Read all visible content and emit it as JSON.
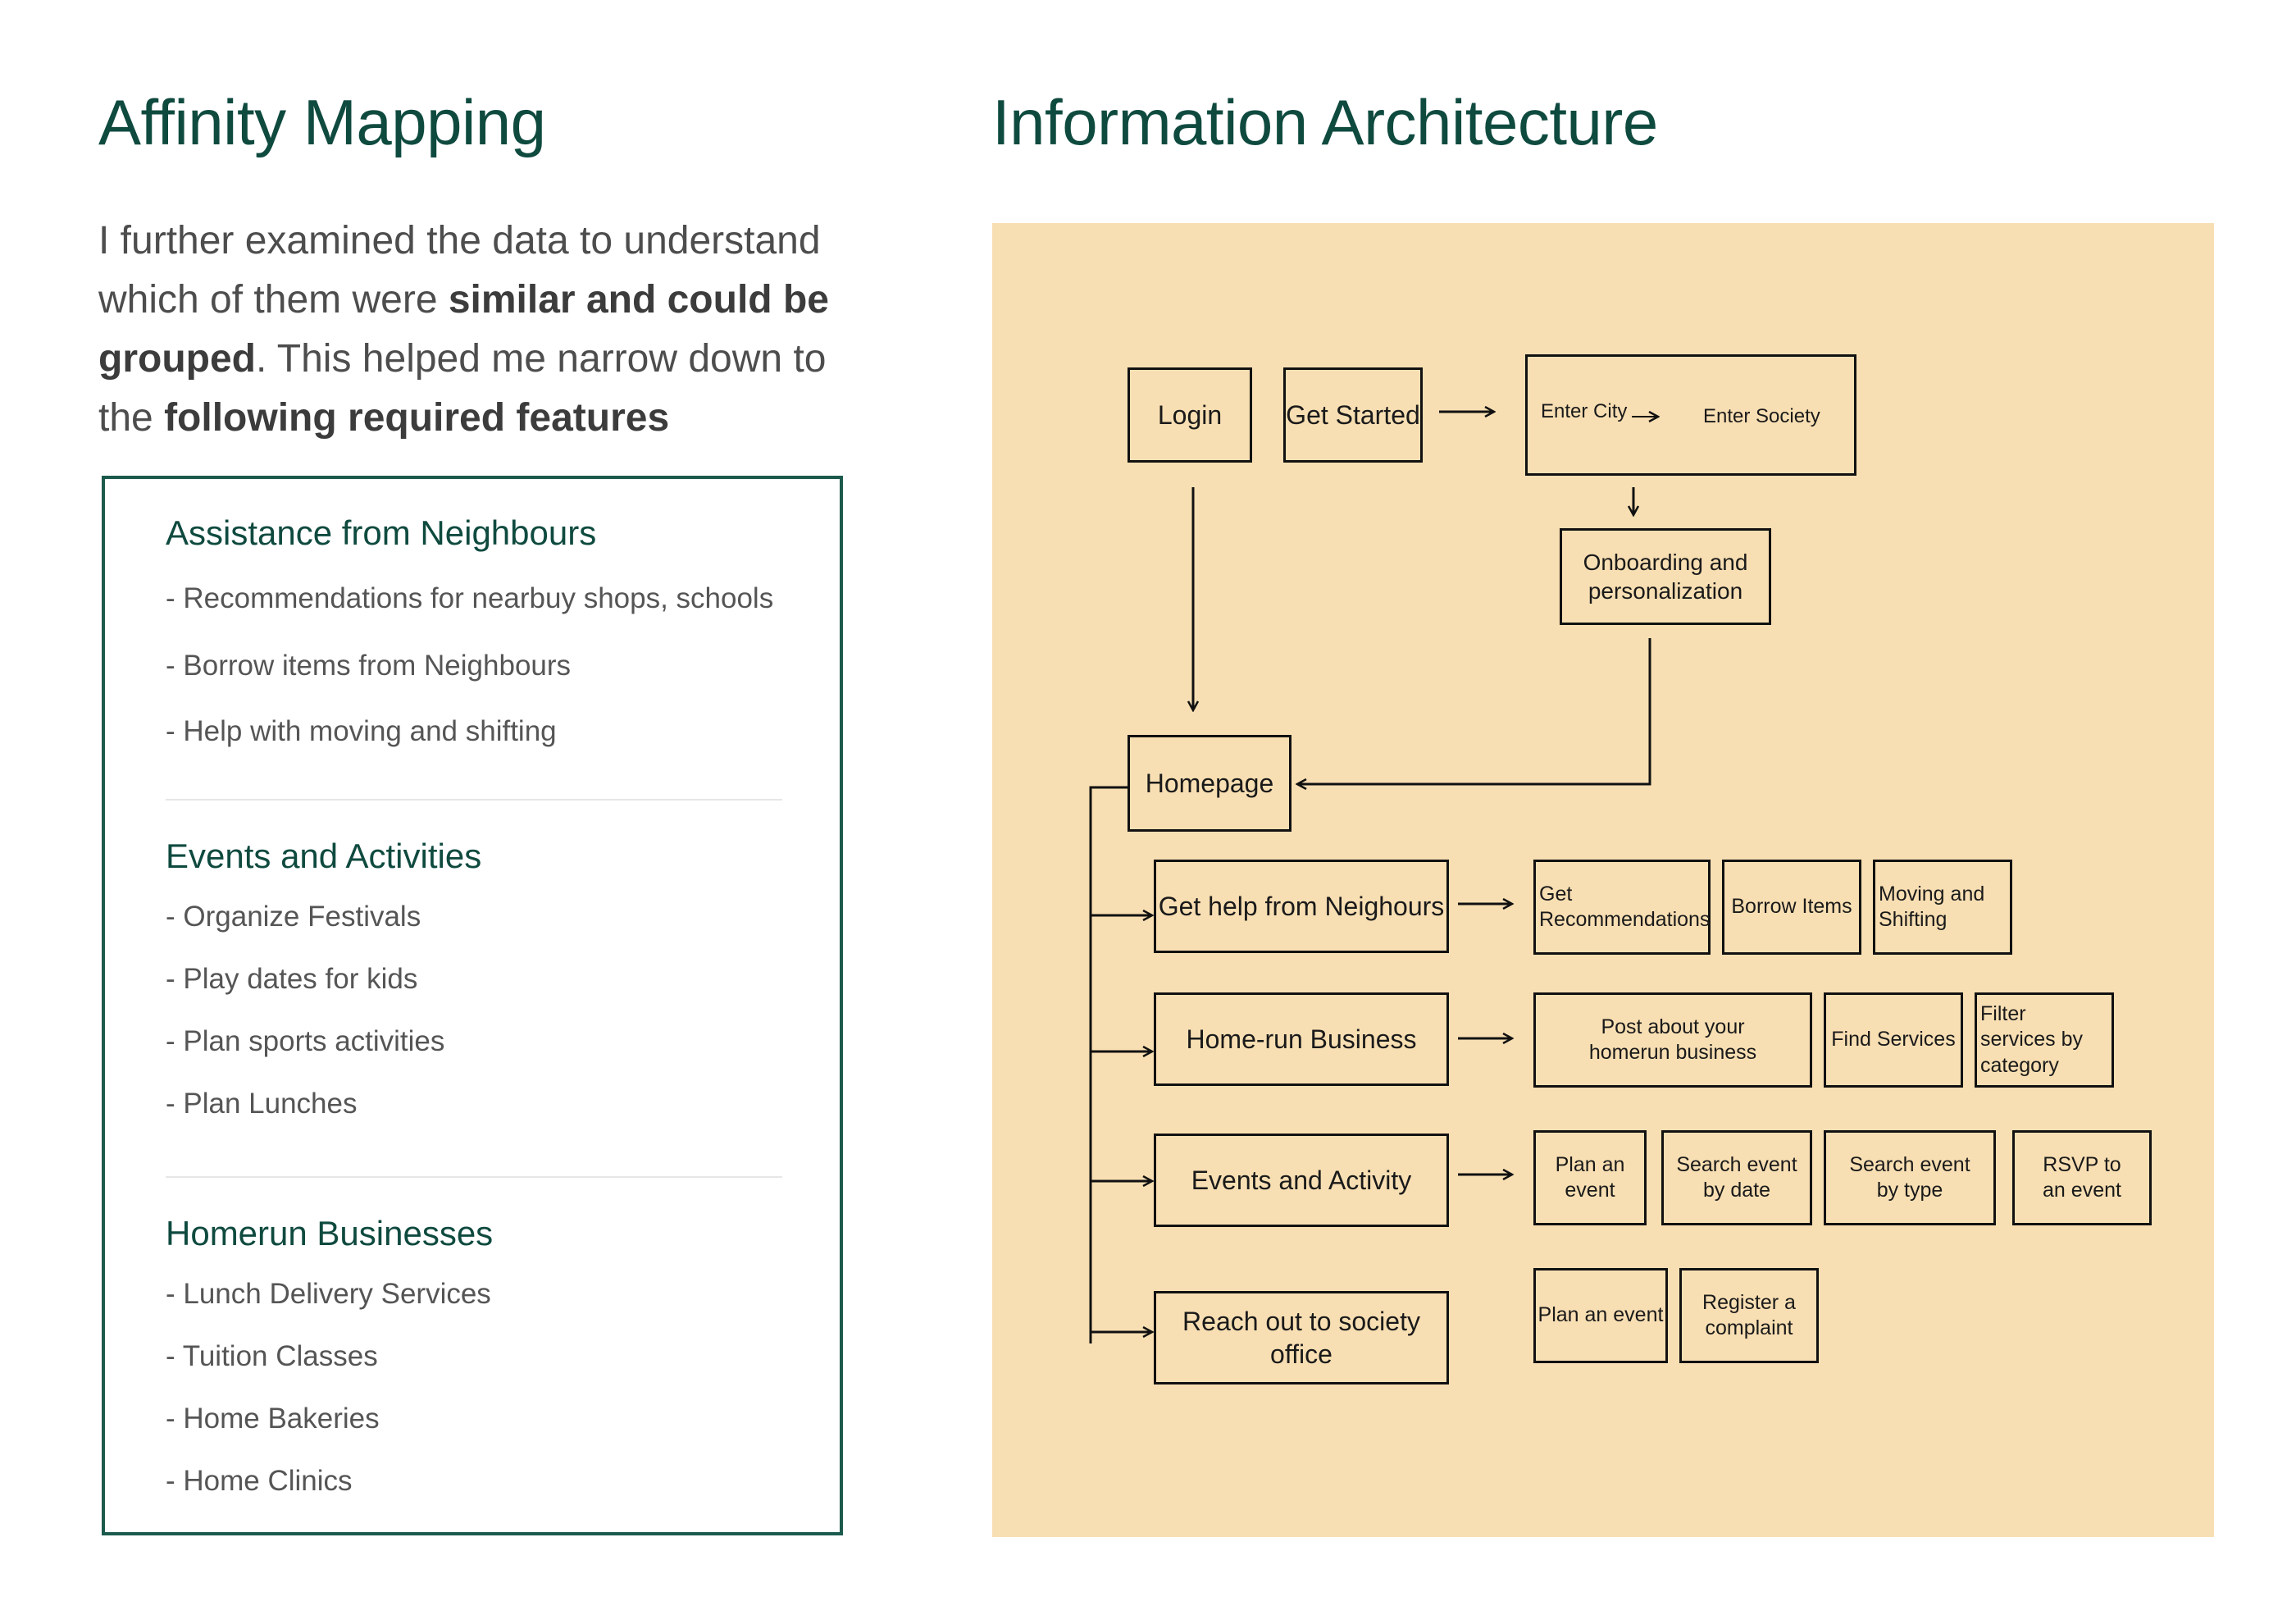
{
  "left": {
    "title": "Affinity Mapping",
    "intro": {
      "p1": "I further examined the data to understand which of them were ",
      "b1": "similar and could be grouped",
      "p2": ". This helped me narrow down to the ",
      "b2": "following required features"
    },
    "sections": [
      {
        "title": "Assistance from Neighbours",
        "items": [
          "- Recommendations for nearbuy  shops, schools",
          "- Borrow items from Neighbours",
          "- Help with moving and shifting"
        ]
      },
      {
        "title": "Events and Activities",
        "items": [
          "- Organize Festivals",
          "- Play dates for kids",
          "- Plan sports activities",
          "- Plan Lunches"
        ]
      },
      {
        "title": "Homerun Businesses",
        "items": [
          "- Lunch Delivery Services",
          "- Tuition Classes",
          "- Home Bakeries",
          "- Home Clinics"
        ]
      }
    ]
  },
  "right": {
    "title": "Information Architecture",
    "colors": {
      "panel": "#f8dfb3",
      "heading": "#0f4a3f",
      "stroke": "#111111"
    },
    "nodes": {
      "login": "Login",
      "get_started": "Get Started",
      "enter_city": "Enter City",
      "enter_society": "Enter Society",
      "onboarding": "Onboarding and personalization",
      "homepage": "Homepage",
      "help": "Get help from Neighours",
      "business": "Home-run Business",
      "events": "Events and Activity",
      "office": "Reach out to society office",
      "get_recs": "Get Recommendations",
      "borrow": "Borrow Items",
      "moving": "Moving and Shifting",
      "post": "Post about your homerun business",
      "find": "Find Services",
      "filter": "Filter services by category",
      "plan_event": "Plan an event",
      "search_date": "Search event by date",
      "search_type": "Search event by type",
      "rsvp": "RSVP to an event",
      "plan_event2": "Plan an event",
      "complaint": "Register a complaint"
    }
  }
}
